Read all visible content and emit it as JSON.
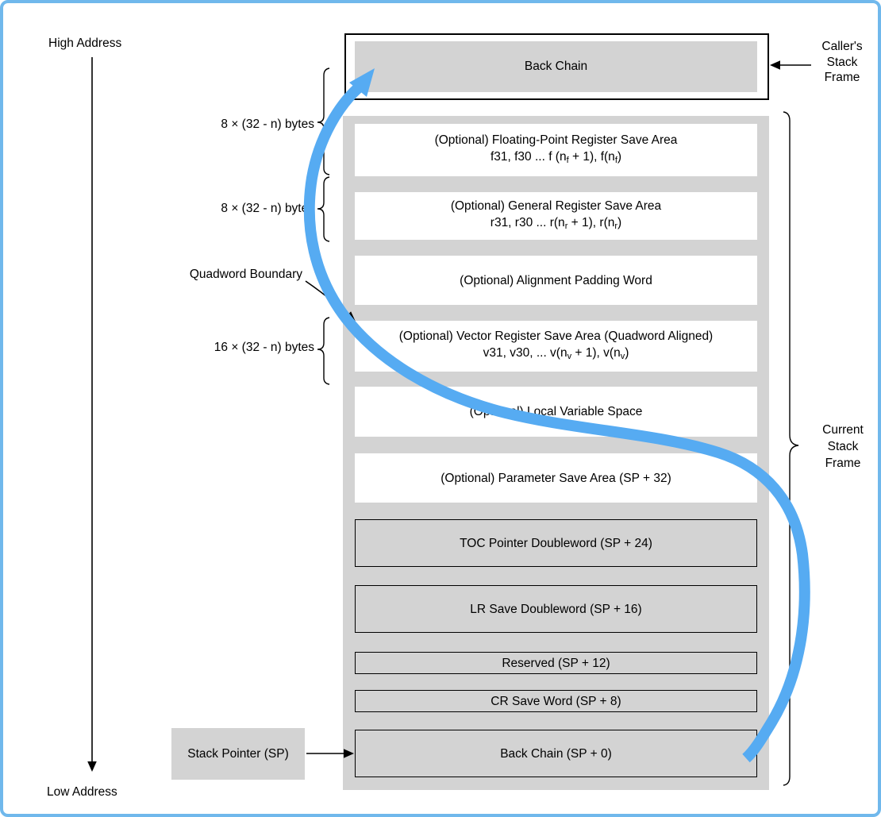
{
  "colors": {
    "frame_border": "#70B8EC",
    "flow_arrow": "#56ABF2",
    "box_gray": "#D3D3D3",
    "ink": "#000000"
  },
  "labels": {
    "high_address": "High Address",
    "low_address": "Low Address",
    "callers_stack_frame": "Caller's\nStack\nFrame",
    "current_stack_frame": "Current\nStack\nFrame",
    "quadword_boundary": "Quadword Boundary",
    "fp_size": "8 × (32 - n) bytes",
    "gr_size": "8 × (32 - n) bytes",
    "vr_size": "16 × (32 - n) bytes",
    "stack_pointer": "Stack Pointer (SP)"
  },
  "caller_frame": {
    "title": "Back Chain"
  },
  "stack_rows": [
    {
      "name": "row-fp-register-save-area",
      "kind": "optional",
      "lines": [
        [
          {
            "t": "(Optional) Floating-Point Register Save Area"
          }
        ],
        [
          {
            "t": "f31, f30 ... f (n"
          },
          {
            "sub": "f"
          },
          {
            "t": " + 1), f(n"
          },
          {
            "sub": "f"
          },
          {
            "t": ")"
          }
        ]
      ]
    },
    {
      "name": "row-general-register-save-area",
      "kind": "optional",
      "lines": [
        [
          {
            "t": "(Optional) General Register Save Area"
          }
        ],
        [
          {
            "t": "r31, r30 ... r(n"
          },
          {
            "sub": "r"
          },
          {
            "t": " + 1), r(n"
          },
          {
            "sub": "r"
          },
          {
            "t": ")"
          }
        ]
      ]
    },
    {
      "name": "row-alignment-padding-word",
      "kind": "optional",
      "lines": [
        [
          {
            "t": "(Optional) Alignment Padding Word"
          }
        ]
      ]
    },
    {
      "name": "row-vector-register-save-area",
      "kind": "optional",
      "lines": [
        [
          {
            "t": "(Optional) Vector Register Save Area (Quadword Aligned)"
          }
        ],
        [
          {
            "t": "v31, v30, ... v(n"
          },
          {
            "sub": "v"
          },
          {
            "t": " + 1), v(n"
          },
          {
            "sub": "v"
          },
          {
            "t": ")"
          }
        ]
      ]
    },
    {
      "name": "row-local-variable-space",
      "kind": "optional",
      "lines": [
        [
          {
            "t": "(Optional) Local Variable Space"
          }
        ]
      ]
    },
    {
      "name": "row-parameter-save-area",
      "kind": "optional",
      "lines": [
        [
          {
            "t": "(Optional) Parameter Save Area (SP + 32)"
          }
        ]
      ]
    },
    {
      "name": "row-toc-pointer-doubleword",
      "kind": "saved",
      "lines": [
        [
          {
            "t": "TOC Pointer Doubleword (SP + 24)"
          }
        ]
      ]
    },
    {
      "name": "row-lr-save-doubleword",
      "kind": "saved",
      "lines": [
        [
          {
            "t": "LR Save Doubleword (SP + 16)"
          }
        ]
      ]
    },
    {
      "name": "row-reserved",
      "kind": "saved",
      "lines": [
        [
          {
            "t": "Reserved (SP + 12)"
          }
        ]
      ]
    },
    {
      "name": "row-cr-save-word",
      "kind": "saved",
      "lines": [
        [
          {
            "t": "CR Save Word (SP + 8)"
          }
        ]
      ]
    },
    {
      "name": "row-back-chain-sp0",
      "kind": "saved",
      "lines": [
        [
          {
            "t": "Back Chain (SP + 0)"
          }
        ]
      ]
    }
  ]
}
